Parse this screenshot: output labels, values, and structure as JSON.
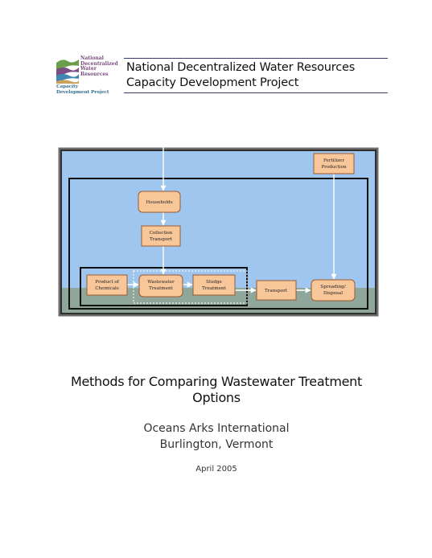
{
  "logo": {
    "lines": [
      "National",
      "Decentralized",
      "Water",
      "Resources"
    ],
    "caption_lines": [
      "Capacity",
      "Development Project"
    ]
  },
  "header": {
    "title_line1": "National Decentralized Water Resources",
    "title_line2": "Capacity Development Project"
  },
  "diagram": {
    "boxes": {
      "fertilizer": [
        "Fertilizer",
        "Production"
      ],
      "households": [
        "Households"
      ],
      "collection": [
        "Collection",
        "Transport"
      ],
      "chemicals": [
        "Product of",
        "Chemicals"
      ],
      "wastewater": [
        "Wastewater",
        "Treatment"
      ],
      "sludge": [
        "Sludge",
        "Treatment"
      ],
      "transport": [
        "Transport"
      ],
      "spreading": [
        "Spreading/",
        "Disposal"
      ]
    },
    "colors": {
      "background": "#9fc6ef",
      "outer_frame": "#4a4a4a",
      "system_border": "#111111",
      "box_fill": "#f7c79a",
      "box_border": "#9c5a2c",
      "arrow": "#ffffff",
      "bottom_band": "#8fa79a"
    }
  },
  "document": {
    "title_line1": "Methods for Comparing Wastewater Treatment",
    "title_line2": "Options",
    "organization": "Oceans Arks International",
    "location": "Burlington, Vermont",
    "date": "April 2005"
  }
}
